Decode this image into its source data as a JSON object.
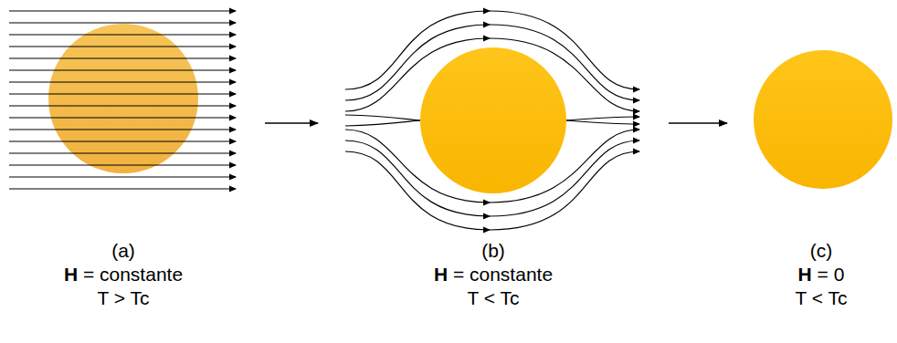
{
  "diagram": {
    "nodes": [
      {
        "text": [
          "(a)",
          "H = constante",
          "T > Tc"
        ]
      },
      {
        "text": [
          "(b)",
          "H = constante",
          "T < Tc"
        ]
      },
      {
        "text": [
          "(c)",
          "H = 0",
          "T < Tc"
        ]
      }
    ],
    "edges": [
      {
        "from": 0,
        "to": 1,
        "arrow": "to"
      },
      {
        "from": 1,
        "to": 2,
        "arrow": "to"
      }
    ]
  }
}
